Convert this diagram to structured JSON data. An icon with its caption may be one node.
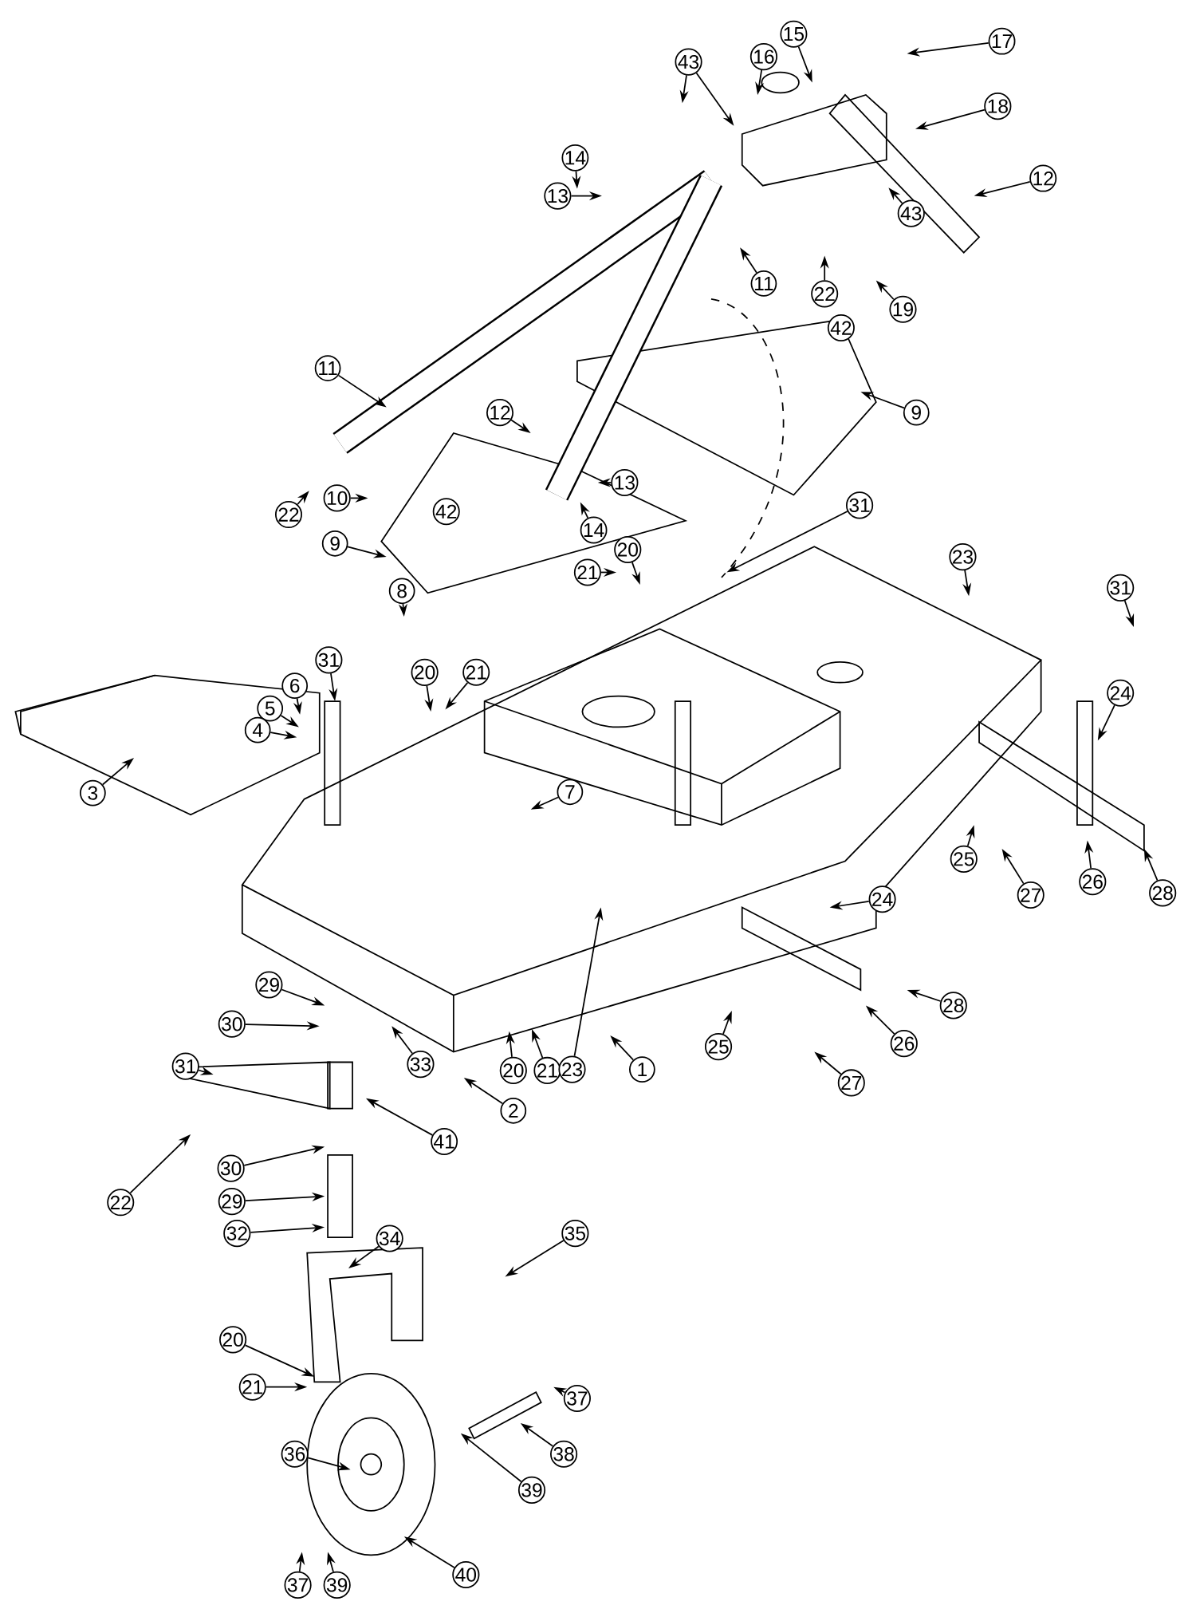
{
  "diagram": {
    "nodes": [
      {
        "text": [
          "15"
        ]
      },
      {
        "text": [
          "17"
        ]
      },
      {
        "text": [
          "16"
        ]
      },
      {
        "text": [
          "43"
        ]
      },
      {
        "text": [
          "18"
        ]
      },
      {
        "text": [
          "14"
        ]
      },
      {
        "text": [
          "13"
        ]
      },
      {
        "text": [
          "12"
        ]
      },
      {
        "text": [
          "43"
        ]
      },
      {
        "text": [
          "11"
        ]
      },
      {
        "text": [
          "22"
        ]
      },
      {
        "text": [
          "19"
        ]
      },
      {
        "text": [
          "11"
        ]
      },
      {
        "text": [
          "9"
        ]
      },
      {
        "text": [
          "12"
        ]
      },
      {
        "text": [
          "13"
        ]
      },
      {
        "text": [
          "10"
        ]
      },
      {
        "text": [
          "22"
        ]
      },
      {
        "text": [
          "14"
        ]
      },
      {
        "text": [
          "9"
        ]
      },
      {
        "text": [
          "20"
        ]
      },
      {
        "text": [
          "21"
        ]
      },
      {
        "text": [
          "31"
        ]
      },
      {
        "text": [
          "23"
        ]
      },
      {
        "text": [
          "31"
        ]
      },
      {
        "text": [
          "8"
        ]
      },
      {
        "text": [
          "31"
        ]
      },
      {
        "text": [
          "6"
        ]
      },
      {
        "text": [
          "20"
        ]
      },
      {
        "text": [
          "21"
        ]
      },
      {
        "text": [
          "5"
        ]
      },
      {
        "text": [
          "24"
        ]
      },
      {
        "text": [
          "4"
        ]
      },
      {
        "text": [
          "3"
        ]
      },
      {
        "text": [
          "7"
        ]
      },
      {
        "text": [
          "25"
        ]
      },
      {
        "text": [
          "26"
        ]
      },
      {
        "text": [
          "28"
        ]
      },
      {
        "text": [
          "27"
        ]
      },
      {
        "text": [
          "24"
        ]
      },
      {
        "text": [
          "29"
        ]
      },
      {
        "text": [
          "28"
        ]
      },
      {
        "text": [
          "30"
        ]
      },
      {
        "text": [
          "26"
        ]
      },
      {
        "text": [
          "33"
        ]
      },
      {
        "text": [
          "25"
        ]
      },
      {
        "text": [
          "20"
        ]
      },
      {
        "text": [
          "21"
        ]
      },
      {
        "text": [
          "23"
        ]
      },
      {
        "text": [
          "1"
        ]
      },
      {
        "text": [
          "31"
        ]
      },
      {
        "text": [
          "27"
        ]
      },
      {
        "text": [
          "2"
        ]
      },
      {
        "text": [
          "41"
        ]
      },
      {
        "text": [
          "30"
        ]
      },
      {
        "text": [
          "22"
        ]
      },
      {
        "text": [
          "29"
        ]
      },
      {
        "text": [
          "32"
        ]
      },
      {
        "text": [
          "34"
        ]
      },
      {
        "text": [
          "35"
        ]
      },
      {
        "text": [
          "20"
        ]
      },
      {
        "text": [
          "21"
        ]
      },
      {
        "text": [
          "37"
        ]
      },
      {
        "text": [
          "36"
        ]
      },
      {
        "text": [
          "38"
        ]
      },
      {
        "text": [
          "39"
        ]
      },
      {
        "text": [
          "40"
        ]
      },
      {
        "text": [
          "37"
        ]
      },
      {
        "text": [
          "39"
        ]
      },
      {
        "text": [
          "42"
        ]
      },
      {
        "text": [
          "42"
        ]
      }
    ],
    "edges": [
      {
        "from": 0,
        "to": null,
        "arrow": "to"
      },
      {
        "from": 1,
        "to": null,
        "arrow": "to"
      },
      {
        "from": 2,
        "to": null,
        "arrow": "to"
      },
      {
        "from": 3,
        "to": null,
        "arrow": "to"
      },
      {
        "from": 3,
        "to": null,
        "arrow": "to"
      },
      {
        "from": 4,
        "to": null,
        "arrow": "to"
      },
      {
        "from": 5,
        "to": null,
        "arrow": "to"
      },
      {
        "from": 6,
        "to": null,
        "arrow": "to"
      },
      {
        "from": 7,
        "to": null,
        "arrow": "to"
      },
      {
        "from": 8,
        "to": null,
        "arrow": "to"
      },
      {
        "from": 9,
        "to": null,
        "arrow": "to"
      },
      {
        "from": 10,
        "to": null,
        "arrow": "to"
      },
      {
        "from": 11,
        "to": null,
        "arrow": "to"
      },
      {
        "from": 12,
        "to": null,
        "arrow": "to"
      },
      {
        "from": 13,
        "to": null,
        "arrow": "to"
      },
      {
        "from": 14,
        "to": null,
        "arrow": "to"
      },
      {
        "from": 15,
        "to": null,
        "arrow": "to"
      },
      {
        "from": 16,
        "to": null,
        "arrow": "to"
      },
      {
        "from": 17,
        "to": null,
        "arrow": "to"
      },
      {
        "from": 18,
        "to": null,
        "arrow": "to"
      },
      {
        "from": 19,
        "to": null,
        "arrow": "to"
      },
      {
        "from": 20,
        "to": null,
        "arrow": "to"
      },
      {
        "from": 21,
        "to": null,
        "arrow": "to"
      },
      {
        "from": 22,
        "to": null,
        "arrow": "to"
      },
      {
        "from": 23,
        "to": null,
        "arrow": "to"
      },
      {
        "from": 24,
        "to": null,
        "arrow": "to"
      },
      {
        "from": 25,
        "to": null,
        "arrow": "to"
      },
      {
        "from": 26,
        "to": null,
        "arrow": "to"
      },
      {
        "from": 27,
        "to": null,
        "arrow": "to"
      },
      {
        "from": 28,
        "to": null,
        "arrow": "to"
      },
      {
        "from": 29,
        "to": null,
        "arrow": "to"
      },
      {
        "from": 30,
        "to": null,
        "arrow": "to"
      },
      {
        "from": 31,
        "to": null,
        "arrow": "to"
      },
      {
        "from": 32,
        "to": null,
        "arrow": "to"
      },
      {
        "from": 33,
        "to": null,
        "arrow": "to"
      },
      {
        "from": 34,
        "to": null,
        "arrow": "to"
      },
      {
        "from": 35,
        "to": null,
        "arrow": "to"
      },
      {
        "from": 36,
        "to": null,
        "arrow": "to"
      },
      {
        "from": 37,
        "to": null,
        "arrow": "to"
      },
      {
        "from": 38,
        "to": null,
        "arrow": "to"
      },
      {
        "from": 39,
        "to": null,
        "arrow": "to"
      },
      {
        "from": 40,
        "to": null,
        "arrow": "to"
      },
      {
        "from": 41,
        "to": null,
        "arrow": "to"
      },
      {
        "from": 42,
        "to": null,
        "arrow": "to"
      },
      {
        "from": 43,
        "to": null,
        "arrow": "to"
      },
      {
        "from": 44,
        "to": null,
        "arrow": "to"
      },
      {
        "from": 45,
        "to": null,
        "arrow": "to"
      },
      {
        "from": 46,
        "to": null,
        "arrow": "to"
      },
      {
        "from": 47,
        "to": null,
        "arrow": "to"
      },
      {
        "from": 48,
        "to": null,
        "arrow": "to"
      },
      {
        "from": 49,
        "to": null,
        "arrow": "to"
      },
      {
        "from": 50,
        "to": null,
        "arrow": "to"
      },
      {
        "from": 51,
        "to": null,
        "arrow": "to"
      },
      {
        "from": 52,
        "to": null,
        "arrow": "to"
      },
      {
        "from": 53,
        "to": null,
        "arrow": "to"
      },
      {
        "from": 54,
        "to": null,
        "arrow": "to"
      },
      {
        "from": 55,
        "to": null,
        "arrow": "to"
      },
      {
        "from": 56,
        "to": null,
        "arrow": "to"
      },
      {
        "from": 57,
        "to": null,
        "arrow": "to"
      },
      {
        "from": 58,
        "to": null,
        "arrow": "to"
      },
      {
        "from": 59,
        "to": null,
        "arrow": "to"
      },
      {
        "from": 60,
        "to": null,
        "arrow": "to"
      },
      {
        "from": 61,
        "to": null,
        "arrow": "to"
      },
      {
        "from": 62,
        "to": null,
        "arrow": "to"
      },
      {
        "from": 63,
        "to": null,
        "arrow": "to"
      },
      {
        "from": 64,
        "to": null,
        "arrow": "to"
      },
      {
        "from": 65,
        "to": null,
        "arrow": "to"
      },
      {
        "from": 66,
        "to": null,
        "arrow": "to"
      },
      {
        "from": 67,
        "to": null,
        "arrow": "to"
      },
      {
        "from": 68,
        "to": null,
        "arrow": "to"
      }
    ],
    "labels": []
  }
}
